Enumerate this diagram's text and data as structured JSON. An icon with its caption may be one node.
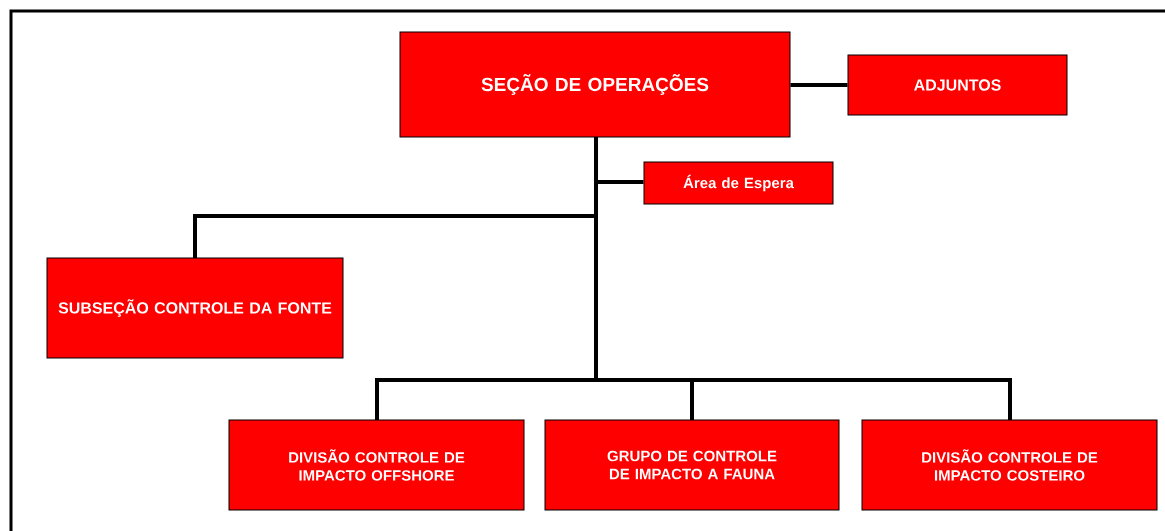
{
  "diagram": {
    "nodes": [
      {
        "text": [
          "SEÇÃO DE OPERAÇÕES"
        ]
      },
      {
        "text": [
          "ADJUNTOS"
        ]
      },
      {
        "text": [
          "Área de Espera"
        ]
      },
      {
        "text": [
          "SUBSEÇÃO CONTROLE DA FONTE"
        ]
      },
      {
        "text": [
          "DIVISÃO CONTROLE DE IMPACTO OFFSHORE"
        ]
      },
      {
        "text": [
          "GRUPO DE CONTROLE DE IMPACTO A FAUNA"
        ]
      },
      {
        "text": [
          "DIVISÃO CONTROLE DE IMPACTO COSTEIRO"
        ]
      }
    ],
    "edges": [
      {
        "from": 0,
        "to": 1,
        "arrow": "none"
      },
      {
        "from": 0,
        "to": 2,
        "arrow": "none"
      },
      {
        "from": 0,
        "to": 3,
        "arrow": "none"
      },
      {
        "from": 0,
        "to": 4,
        "arrow": "none"
      },
      {
        "from": 0,
        "to": 5,
        "arrow": "none"
      },
      {
        "from": 0,
        "to": 6,
        "arrow": "none"
      }
    ]
  }
}
